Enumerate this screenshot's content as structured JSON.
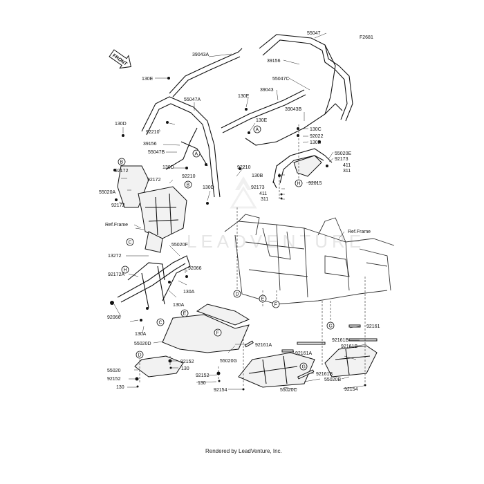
{
  "diagram": {
    "figure_id": "F2681",
    "front_label": "FRONT",
    "ref_frame_label": "Ref.Frame",
    "watermark": "LEADVENTURE",
    "footer": "Rendered by LeadVenture, Inc.",
    "callouts": [
      "A",
      "B",
      "C",
      "D",
      "E",
      "F",
      "G",
      "H"
    ],
    "parts": [
      "55047",
      "39043A",
      "39156",
      "55047C",
      "130E",
      "39043",
      "39043B",
      "130D",
      "55047A",
      "92210",
      "39156",
      "55047B",
      "130C",
      "92022",
      "130B",
      "55020E",
      "92173",
      "411",
      "311",
      "92015",
      "92172",
      "55020A",
      "92172",
      "Ref.Frame",
      "13272",
      "55020F",
      "92066",
      "92172A",
      "130A",
      "92066",
      "130A",
      "55020D",
      "92152",
      "130",
      "55020G",
      "92161A",
      "92161",
      "92161B",
      "55020",
      "92152",
      "130",
      "92154",
      "55020C",
      "55020B",
      "92154",
      "92161B",
      "92161A",
      "92161B",
      "130E",
      "130E",
      "130D",
      "92210",
      "130D",
      "92172",
      "92210",
      "92173",
      "411",
      "311",
      "130B",
      "130A",
      "92152",
      "130"
    ]
  }
}
